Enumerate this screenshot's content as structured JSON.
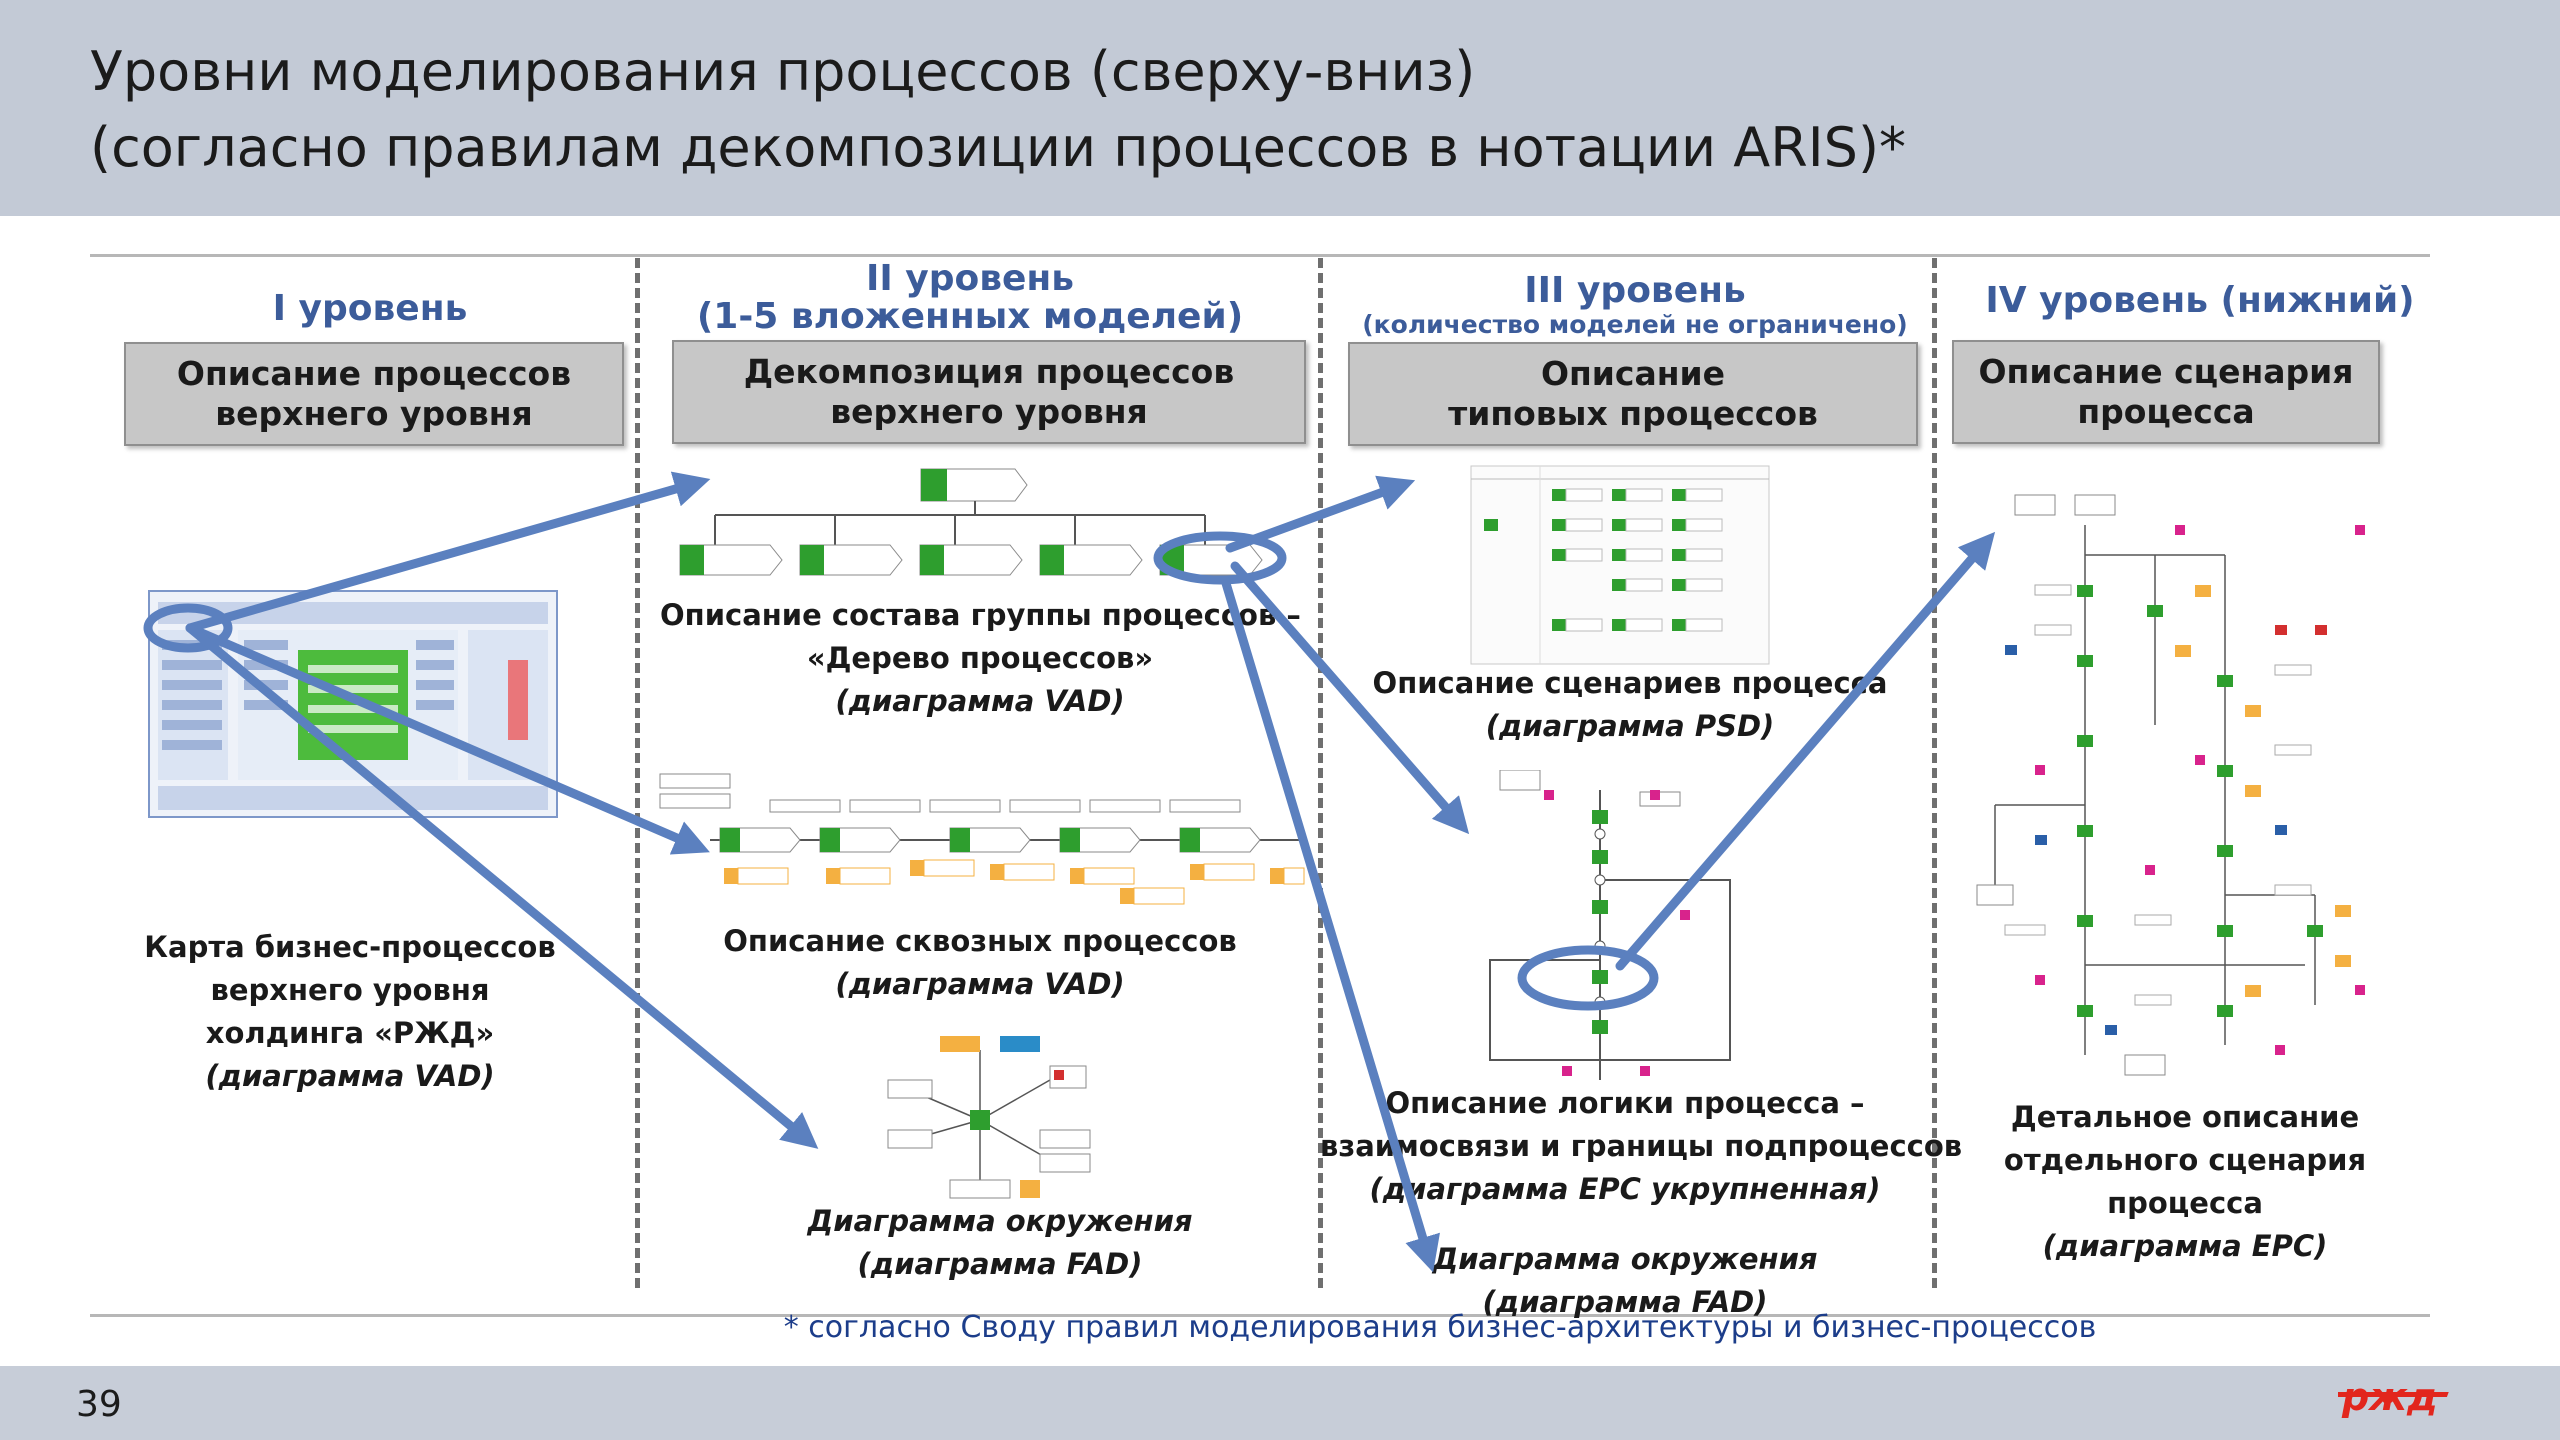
{
  "title": {
    "line1": "Уровни моделирования процессов (сверху-вниз)",
    "line2": "(согласно правилам декомпозиции процессов в нотации ARIS)*"
  },
  "levels": [
    {
      "heading": "I уровень",
      "subheading": "",
      "box": "Описание процессов\nверхнего уровня"
    },
    {
      "heading": "II уровень",
      "subheading": "(1-5 вложенных моделей)",
      "box": "Декомпозиция процессов\nверхнего уровня"
    },
    {
      "heading": "III уровень",
      "subheading": "(количество моделей не ограничено)",
      "box": "Описание\nтиповых процессов"
    },
    {
      "heading": "IV уровень (нижний)",
      "subheading": "",
      "box": "Описание сценария\nпроцесса"
    }
  ],
  "captions": {
    "l1_map": [
      "Карта бизнес-процессов",
      "верхнего уровня",
      "холдинга «РЖД»",
      "(диаграмма VAD)"
    ],
    "l2_tree": [
      "Описание состава группы процессов –",
      "«Дерево процессов»",
      "(диаграмма VAD)"
    ],
    "l2_through": [
      "Описание сквозных процессов",
      "(диаграмма VAD)"
    ],
    "l2_env": [
      "Диаграмма окружения",
      "(диаграмма FAD)"
    ],
    "l3_scen": [
      "Описание  сценариев процесса",
      "(диаграмма PSD)"
    ],
    "l3_logic": [
      "Описание логики процесса –",
      "взаимосвязи и границы  подпроцессов",
      "(диаграмма EPC укрупненная)"
    ],
    "l3_env": [
      "Диаграмма окружения",
      "(диаграмма FAD)"
    ],
    "l4_detail": [
      "Детальное описание",
      "отдельного сценария",
      "процесса",
      "(диаграмма EPC)"
    ]
  },
  "footnote": "* согласно Своду правил моделирования бизнес-архитектуры и бизнес-процессов",
  "page_number": "39",
  "logo_text": "ржд",
  "colors": {
    "header_bg": "#c3cad6",
    "level_heading": "#3c5c9a",
    "arrow": "#5b80bf",
    "box_bg": "#c7c7c7",
    "footnote": "#1c3d8a",
    "logo": "#e2261d"
  }
}
